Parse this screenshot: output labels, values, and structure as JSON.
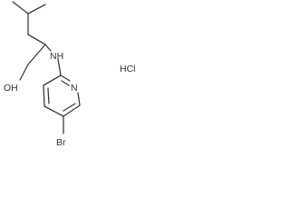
{
  "structure": {
    "atoms": {
      "hydroxyl": "OH",
      "amine": "NH",
      "pyridine_nitrogen": "N",
      "bromine": "Br"
    },
    "salt": "HCl"
  },
  "colors": {
    "bond": "#3c3c3c",
    "label": "#333333",
    "background": "#ffffff"
  }
}
